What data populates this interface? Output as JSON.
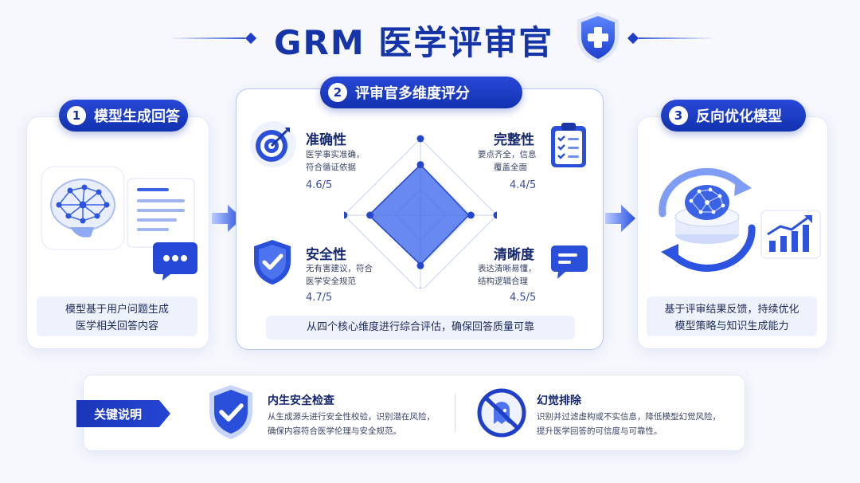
{
  "header": {
    "title": "GRM 医学评审官"
  },
  "steps": {
    "step1": {
      "num": "1",
      "label": "模型生成回答",
      "caption_line1": "模型基于用户问题生成",
      "caption_line2": "医学相关回答内容"
    },
    "step2": {
      "num": "2",
      "label": "评审官多维度评分",
      "caption": "从四个核心维度进行综合评估，确保回答质量可靠"
    },
    "step3": {
      "num": "3",
      "label": "反向优化模型",
      "caption_line1": "基于评审结果反馈，持续优化",
      "caption_line2": "模型策略与知识生成能力"
    }
  },
  "metrics": {
    "accuracy": {
      "title": "准确性",
      "desc_line1": "医学事实准确，",
      "desc_line2": "符合循证依据",
      "score": "4.6/5",
      "value": 4.6,
      "max": 5
    },
    "completeness": {
      "title": "完整性",
      "desc_line1": "要点齐全，信息",
      "desc_line2": "覆盖全面",
      "score": "4.4/5",
      "value": 4.4,
      "max": 5
    },
    "safety": {
      "title": "安全性",
      "desc_line1": "无有害建议，符合",
      "desc_line2": "医学安全规范",
      "score": "4.7/5",
      "value": 4.7,
      "max": 5
    },
    "clarity": {
      "title": "清晰度",
      "desc_line1": "表达清晰易懂，",
      "desc_line2": "结构逻辑合理",
      "score": "4.5/5",
      "value": 4.5,
      "max": 5
    }
  },
  "key_notes": {
    "tag": "关键说明",
    "item1": {
      "title": "内生安全检查",
      "desc_line1": "从生成源头进行安全性校验，识别潜在风险，",
      "desc_line2": "确保内容符合医学伦理与安全规范。"
    },
    "item2": {
      "title": "幻觉排除",
      "desc_line1": "识别并过滤虚构或不实信息，降低模型幻觉风险，",
      "desc_line2": "提升医学回答的可信度与可靠性。"
    }
  },
  "colors": {
    "primary": "#1434a8",
    "accent": "#2f5bea",
    "card_bg": "#ffffff",
    "caption_bg": "#eef2fc"
  }
}
